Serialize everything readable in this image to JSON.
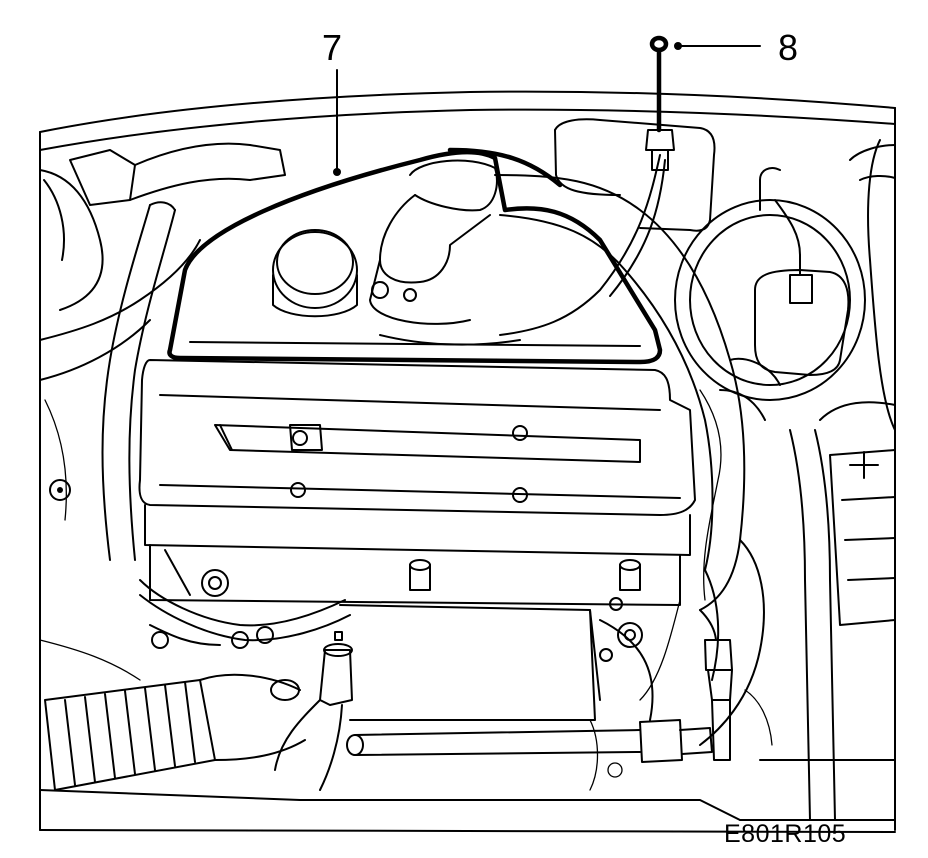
{
  "diagram": {
    "callouts": [
      {
        "id": "7",
        "label": "7"
      },
      {
        "id": "8",
        "label": "8"
      }
    ],
    "figure_code": "E801R105"
  }
}
